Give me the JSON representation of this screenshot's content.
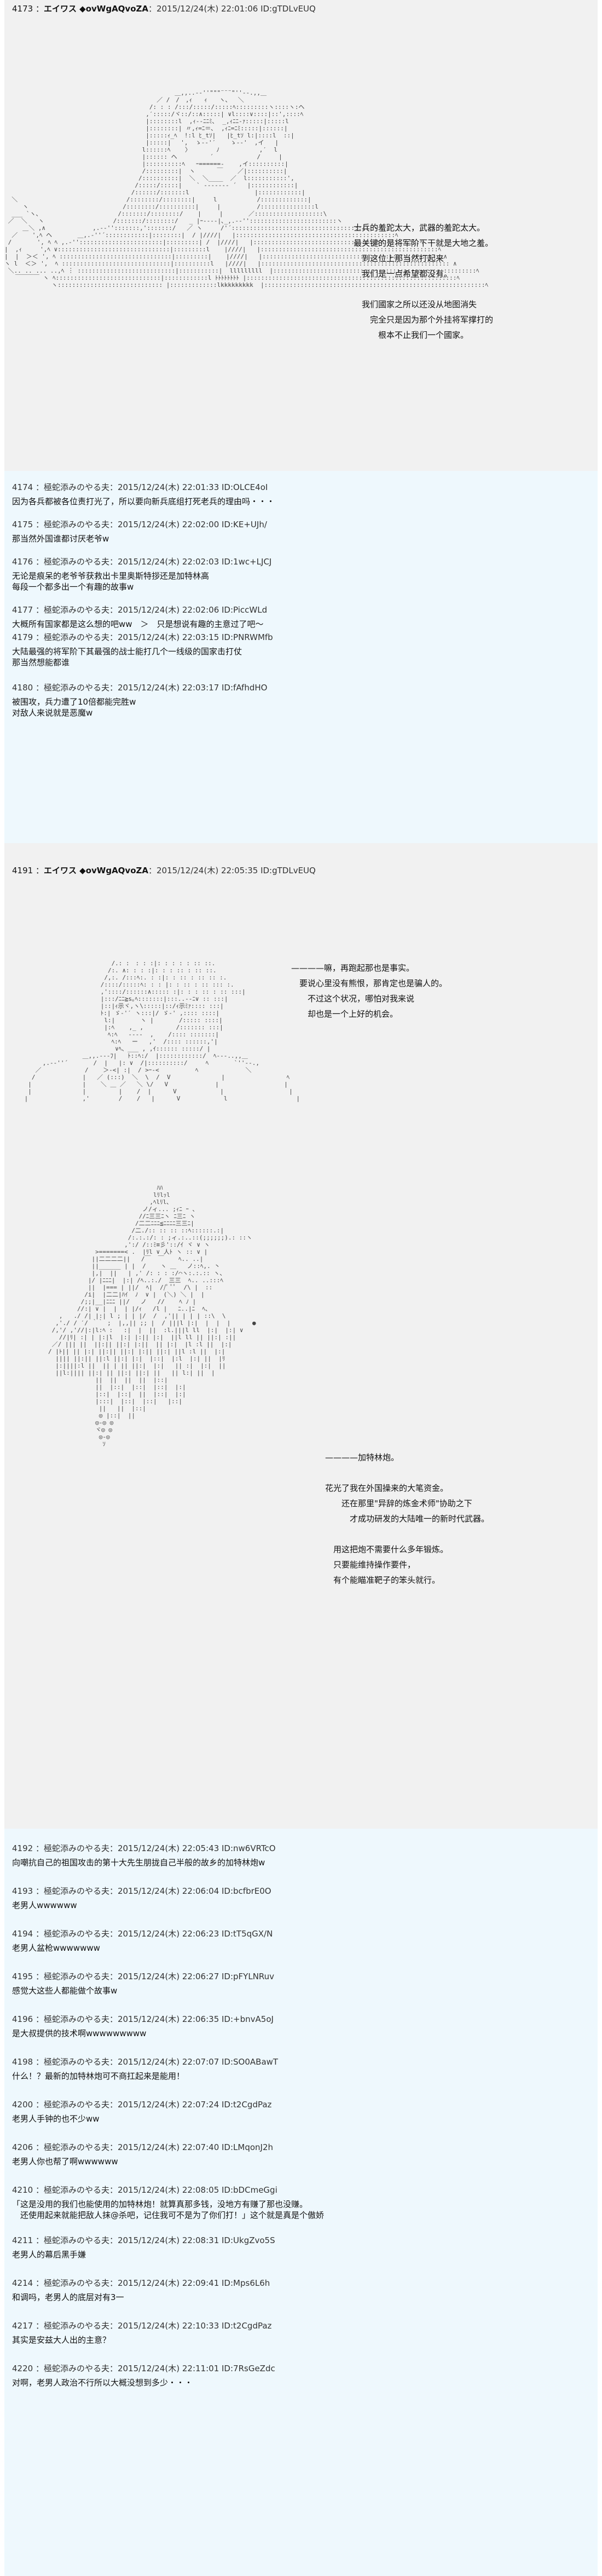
{
  "posts": {
    "p4173": {
      "header_num": "4173 ：",
      "header_name": "エイワス ◆ovWgAQvoZA",
      "header_rest": "：2015/12/24(木) 22:01:06 ID:gTDLvEUQ",
      "narration": "士兵的羞跎太大，武器的羞跎太大。\n最关键的是将军阶下干就是大地之羞。\n　到这位上那当然打起来\n　我们是一点希望都没有。\n\n　我们國家之所以还没从地图消失\n　　完全只是因为那个外挂将军撑打的\n　　　根本不止我们一个國家。"
    },
    "p4174": {
      "header": "4174 ：極蛇添みのやる夫：2015/12/24(木) 22:01:33 ID:OLCE4oI",
      "body": "因为各兵都被各位责打光了，所以要向新兵底组打死老兵的理由吗・・・"
    },
    "p4175": {
      "header": "4175 ：極蛇添みのやる夫：2015/12/24(木) 22:02:00 ID:KE+UJh/",
      "body": "那当然外国谁都讨厌老爷w"
    },
    "p4176": {
      "header": "4176 ：極蛇添みのやる夫：2015/12/24(木) 22:02:03 ID:1wc+LJCJ",
      "body": "无论是痕呆的老爷爷获救出卡里奥斯特拶还是加特林高\n每段一个都多出一个有趣的故事w"
    },
    "p4177": {
      "header": "4177 ：極蛇添みのやる夫：2015/12/24(木) 22:02:06 ID:PiccWLd",
      "body": "大概所有国家都是这么想的吧ww　＞　只是想说有趣的主意过了吧～"
    },
    "p4179": {
      "header": "4179 ：極蛇添みのやる夫：2015/12/24(木) 22:03:15 ID:PNRWMfb",
      "body": "大陆最强的将军阶下其最强的战士能打几个一线级的国家击打仗\n那当然想能都谁"
    },
    "p4180": {
      "header": "4180 ：極蛇添みのやる夫：2015/12/24(木) 22:03:17 ID:fAfhdHO",
      "body": "被围攻，兵力遭了10倍都能完胜w\n对敌人来说就是恶魔w"
    },
    "p4191": {
      "header_num": "4191 ：",
      "header_name": "エイワス ◆ovWgAQvoZA",
      "header_rest": "：2015/12/24(木) 22:05:35 ID:gTDLvEUQ",
      "narration1": "————嘛，再跑起那也是事实。\n　要说心里没有熊恨，那肯定也是骗人的。\n　　不过这个状况，哪怕对我来说\n　　却也是一个上好的机会。",
      "narration2": "————加特林炮。\n\n花光了我在外国操来的大笔资金。\n　　还在那里\"异辞的炼金术师\"协助之下\n　　　才成功研发的大陆唯一的新时代武器。\n\n　用这把炮不需要什么多年锻炼。\n　只要能维持操作要件，\n　有个能瞄准靶子的笨头就行。"
    },
    "p4192": {
      "header": "4192 ：極蛇添みのやる夫：2015/12/24(木) 22:05:43 ID:nw6VRTcO",
      "body": "向嘲抗自己的祖国攻击的第十大先生朋拢自己半般的故乡的加特林炮w"
    },
    "p4193": {
      "header": "4193 ：極蛇添みのやる夫：2015/12/24(木) 22:06:04 ID:bcfbrE0O",
      "body": "老男人wwwwww"
    },
    "p4194": {
      "header": "4194 ：極蛇添みのやる夫：2015/12/24(木) 22:06:23 ID:tT5qGX/N",
      "body": "老男人盆枪wwwwwww"
    },
    "p4195": {
      "header": "4195 ：極蛇添みのやる夫：2015/12/24(木) 22:06:27 ID:pFYLNRuv",
      "body": "感觉大这些人都能做个故事w"
    },
    "p4196": {
      "header": "4196 ：極蛇添みのやる夫：2015/12/24(木) 22:06:35 ID:+bnvA5oJ",
      "body": "是大叔提供的技术啊wwwwwwwww"
    },
    "p4198": {
      "header": "4198 ：極蛇添みのやる夫：2015/12/24(木) 22:07:07 ID:SO0ABawT",
      "body": "什么！？最新的加特林炮可不商扛起来是能用！"
    },
    "p4200": {
      "header": "4200 ：極蛇添みのやる夫：2015/12/24(木) 22:07:24 ID:t2CgdPaz",
      "body": "老男人手钟的也不少ww"
    },
    "p4206": {
      "header": "4206 ：極蛇添みのやる夫：2015/12/24(木) 22:07:40 ID:LMqonJ2h",
      "body": "老男人你也帮了啊wwwwww"
    },
    "p4210": {
      "header": "4210 ：極蛇添みのやる夫：2015/12/24(木) 22:08:05 ID:bDCmeGgi",
      "body": "「这是没用的我们也能使用的加特林炮！就算真那多钱，没地方有赚了那也没赚。\n　还使用起来就能把敌人抹@杀吧，记住我可不是为了你们打！」这个就是真是个傲娇"
    },
    "p4211": {
      "header": "4211 ：極蛇添みのやる夫：2015/12/24(木) 22:08:31 ID:UkgZvo5S",
      "body": "老男人的幕后黑手嫌"
    },
    "p4214": {
      "header": "4214 ：極蛇添みのやる夫：2015/12/24(木) 22:09:41 ID:Mps6L6h",
      "body": "和调吗，老男人的底层对有3一"
    },
    "p4217": {
      "header": "4217 ：極蛇添みのやる夫：2015/12/24(木) 22:10:33 ID:t2CgdPaz",
      "body": "其实是安兹大人出的主意？"
    },
    "p4220": {
      "header": "4220 ：極蛇添みのやる夫：2015/12/24(木) 22:11:01 ID:7RsGeZdc",
      "body": "对啊，老男人政治不行所以大概没想到多少・・・"
    }
  }
}
